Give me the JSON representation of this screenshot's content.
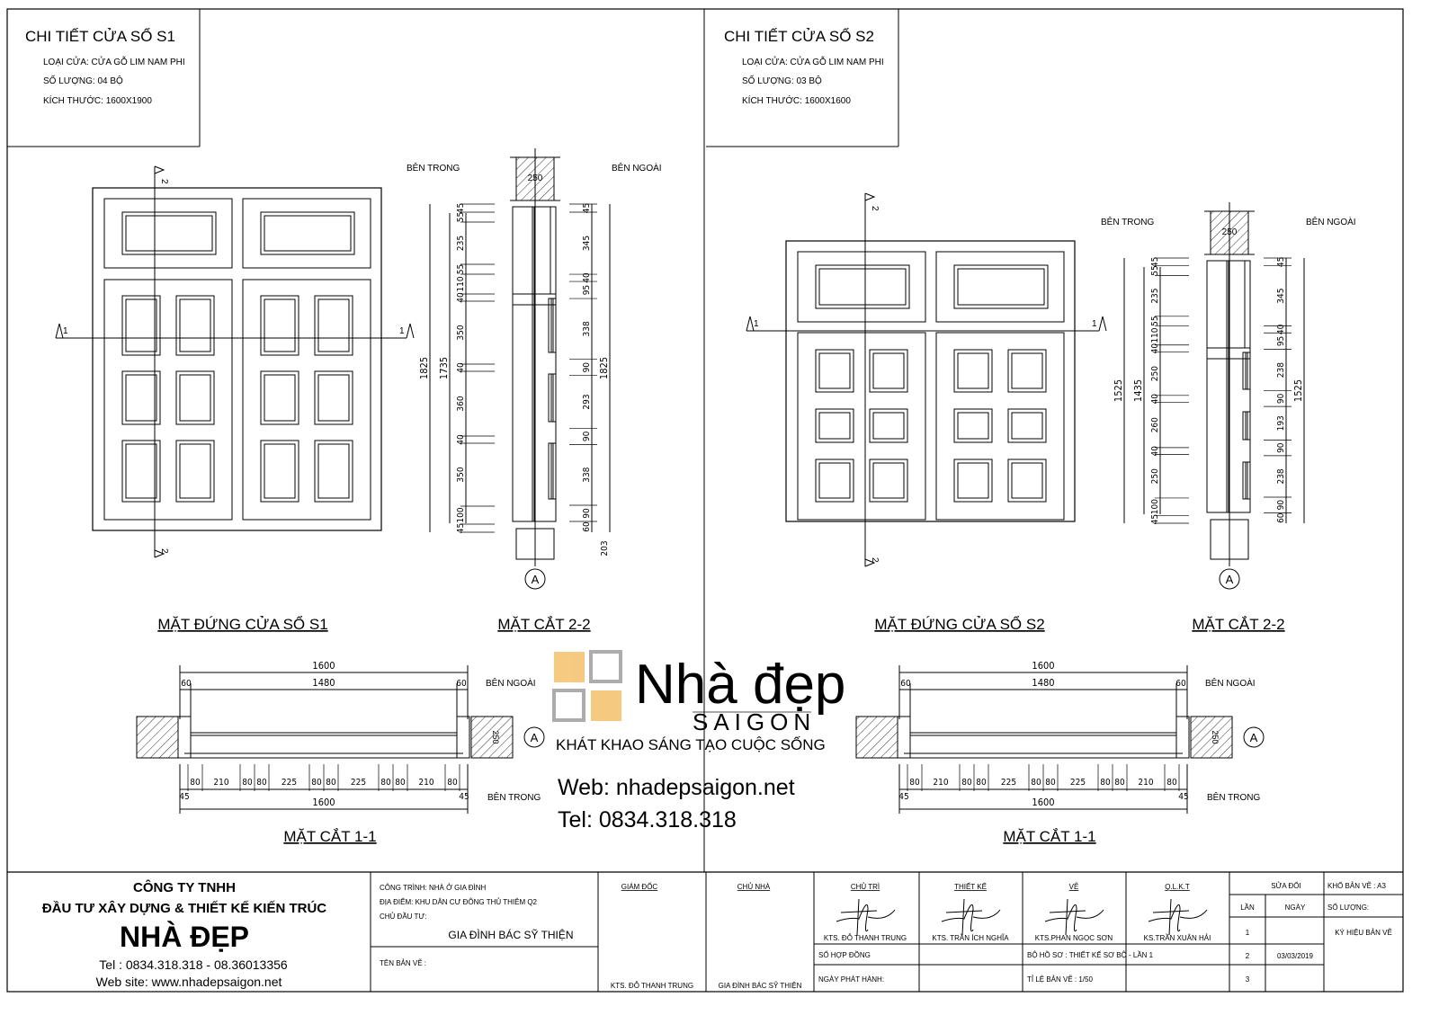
{
  "sheets": [
    {
      "header": {
        "title": "CHI TIẾT CỬA SỔ S1",
        "type": "LOẠI CỬA: CỬA GỖ LIM NAM PHI",
        "qty": "SỐ LƯỢNG: 04 BỘ",
        "size": "KÍCH THƯỚC: 1600X1900"
      },
      "elevation_title": "MẶT ĐỨNG CỬA SỔ S1",
      "section22_title": "MẶT CẮT 2-2",
      "section11_title": "MẶT CẮT 1-1",
      "inside": "BÊN TRONG",
      "outside": "BÊN NGOÀI",
      "wall": "250",
      "marker": "A",
      "cut1": "1",
      "cut2": "2",
      "left_total": "1825",
      "left_inner": "1735",
      "left_chain": [
        "45",
        "55",
        "235",
        "55",
        "110",
        "40",
        "350",
        "40",
        "360",
        "40",
        "350",
        "100",
        "45"
      ],
      "right_total": "1825",
      "right_extra": "203",
      "right_chain": [
        "45",
        "345",
        "40",
        "95",
        "338",
        "90",
        "293",
        "90",
        "338",
        "90",
        "60"
      ],
      "top_total": "1600",
      "top_inner": "1480",
      "top_side": "60",
      "bottom_chain": [
        "80",
        "210",
        "80",
        "80",
        "225",
        "80",
        "80",
        "225",
        "80",
        "80",
        "210",
        "80"
      ],
      "bottom_side": "45",
      "bottom_total": "1600"
    },
    {
      "header": {
        "title": "CHI TIẾT CỬA SỔ S2",
        "type": "LOẠI CỬA: CỬA GỖ LIM NAM PHI",
        "qty": "SỐ LƯỢNG: 03 BỘ",
        "size": "KÍCH THƯỚC: 1600X1600"
      },
      "elevation_title": "MẶT ĐỨNG CỬA SỔ S2",
      "section22_title": "MẶT CẮT 2-2",
      "section11_title": "MẶT CẮT 1-1",
      "inside": "BÊN TRONG",
      "outside": "BÊN NGOÀI",
      "wall": "250",
      "marker": "A",
      "cut1": "1",
      "cut2": "2",
      "left_total": "1525",
      "left_inner": "1435",
      "left_chain": [
        "45",
        "55",
        "235",
        "55",
        "110",
        "40",
        "250",
        "40",
        "260",
        "40",
        "250",
        "100",
        "45"
      ],
      "right_total": "1525",
      "right_extra": "",
      "right_chain": [
        "45",
        "345",
        "40",
        "95",
        "238",
        "90",
        "193",
        "90",
        "238",
        "90",
        "60"
      ],
      "top_total": "1600",
      "top_inner": "1480",
      "top_side": "60",
      "bottom_chain": [
        "80",
        "210",
        "80",
        "80",
        "225",
        "80",
        "80",
        "225",
        "80",
        "80",
        "210",
        "80"
      ],
      "bottom_side": "45",
      "bottom_total": "1600"
    }
  ],
  "watermark": {
    "brand": "Nhà đẹp",
    "sub": "SAIGON",
    "slogan": "KHÁT KHAO SÁNG TẠO CUỘC SỐNG",
    "web": "Web: nhadepsaigon.net",
    "tel": "Tel: 0834.318.318",
    "colors": {
      "orange": "#f5c87a",
      "gray": "#a0a0a0",
      "text_orange": "#fbd0a8"
    }
  },
  "title_block": {
    "company": {
      "line1": "CÔNG TY TNHH",
      "line2": "ĐẦU TƯ  XÂY DỰNG & THIẾT KẾ KIẾN TRÚC",
      "name": "NHÀ ĐẸP",
      "tel": "Tel : 0834.318.318  -  08.36013356",
      "web": "Web site: www.nhadepsaigon.net"
    },
    "project": {
      "work": "CÔNG TRÌNH: NHÀ Ở GIA ĐÌNH",
      "location": "ĐỊA ĐIỂM: KHU DÂN CƯ ĐÔNG THỦ THIÊM Q2",
      "investor_label": "CHỦ ĐẦU TƯ:",
      "investor": "GIA ĐÌNH BÁC SỸ THIỆN",
      "drawing_name_label": "TÊN BẢN VẼ :"
    },
    "director": {
      "label": "GIÁM ĐỐC",
      "name": "KTS. ĐỖ THANH TRUNG"
    },
    "owner": {
      "label": "CHỦ NHÀ",
      "name": "GIA ĐÌNH BÁC SỸ THIỆN"
    },
    "roles": [
      {
        "label": "CHỦ TRÌ",
        "name": "KTS. ĐỖ THANH TRUNG"
      },
      {
        "label": "THIẾT KẾ",
        "name": "KTS. TRẦN ÍCH NGHĨA"
      },
      {
        "label": "VẼ",
        "name": "KTS.PHAN NGỌC SƠN"
      },
      {
        "label": "Q.L.K.T",
        "name": "KS.TRẦN XUÂN HẢI"
      }
    ],
    "contract_no": "SỐ HỢP ĐỒNG",
    "release_date": "NGÀY PHÁT HÀNH:",
    "dossier": "BỘ HỒ SƠ   : THIẾT KẾ SƠ BỘ - LẦN 1",
    "scale": "TỈ LỆ BẢN VẼ : 1/50",
    "revision": {
      "title": "SỬA ĐỔI",
      "col_no": "LẦN",
      "col_date": "NGÀY",
      "rows": [
        {
          "no": "1",
          "date": ""
        },
        {
          "no": "2",
          "date": "03/03/2019"
        },
        {
          "no": "3",
          "date": ""
        }
      ]
    },
    "paper": "KHỔ BẢN VẼ : A3",
    "quantity": "SỐ LƯỢNG:",
    "drawing_code": "KÝ HIỆU BẢN VẼ"
  }
}
